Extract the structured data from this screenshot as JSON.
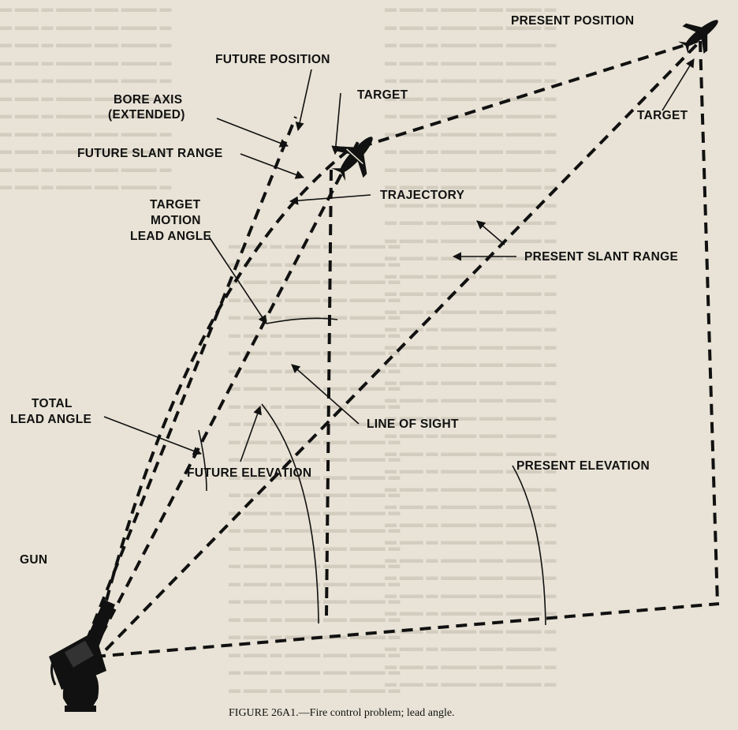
{
  "diagram": {
    "labels": {
      "present_position": "PRESENT POSITION",
      "future_position": "FUTURE POSITION",
      "bore_axis_1": "BORE AXIS",
      "bore_axis_2": "(EXTENDED)",
      "target_top": "TARGET",
      "target_right": "TARGET",
      "future_slant_range": "FUTURE SLANT RANGE",
      "trajectory": "TRAJECTORY",
      "target_motion_1": "TARGET",
      "target_motion_2": "MOTION",
      "target_motion_3": "LEAD ANGLE",
      "present_slant_range": "PRESENT SLANT RANGE",
      "total_lead_1": "TOTAL",
      "total_lead_2": "LEAD ANGLE",
      "line_of_sight": "LINE OF SIGHT",
      "present_elevation": "PRESENT ELEVATION",
      "future_elevation": "FUTURE ELEVATION",
      "gun": "GUN"
    },
    "caption": "FIGURE 26A1.—Fire control problem; lead angle."
  }
}
